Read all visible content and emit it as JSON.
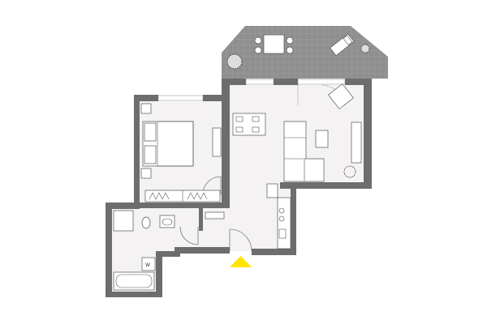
{
  "plan": {
    "colors": {
      "wall": "#6d6d6d",
      "floor": "#f4f2f2",
      "balcony": "#8a8a8a",
      "entrance_marker": "#ffe600"
    },
    "washer_label": "W",
    "icons": [
      "entrance-arrow",
      "bed",
      "sofa",
      "dining-table",
      "armchair",
      "bathtub",
      "toilet",
      "sink",
      "stove",
      "plant",
      "sun-lounger"
    ]
  }
}
